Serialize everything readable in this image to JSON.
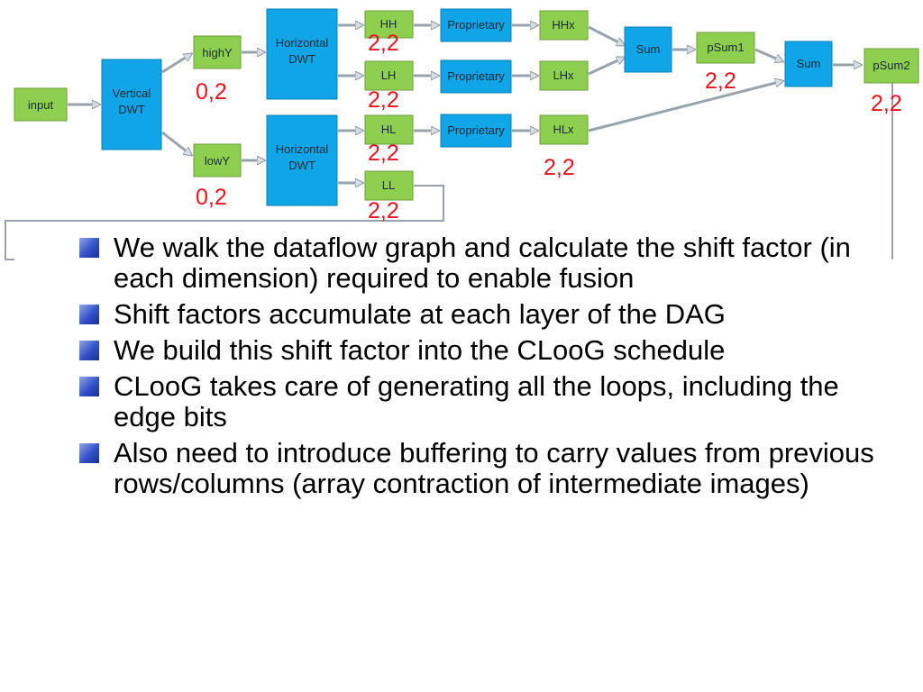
{
  "colors": {
    "blue_box": "#0fa5e6",
    "green_box": "#8ecf4f",
    "shift_label": "#e8141e",
    "bullet": "#3250c8"
  },
  "diagram": {
    "nodes": {
      "input": "input",
      "vdwt": [
        "Vertical",
        "DWT"
      ],
      "highY": "highY",
      "lowY": "lowY",
      "hdwt1": [
        "Horizontal",
        "DWT"
      ],
      "hdwt2": [
        "Horizontal",
        "DWT"
      ],
      "HH": "HH",
      "LH": "LH",
      "HL": "HL",
      "LL": "LL",
      "prop1": "Proprietary",
      "prop2": "Proprietary",
      "prop3": "Proprietary",
      "HHx": "HHx",
      "LHx": "LHx",
      "HLx": "HLx",
      "sum1": "Sum",
      "psum1": "pSum1",
      "sum2": "Sum",
      "psum2": "pSum2"
    },
    "shift_labels": {
      "highY": "0,2",
      "lowY": "0,2",
      "HH": "2,2",
      "LH": "2,2",
      "HL": "2,2",
      "LL": "2,2",
      "HLx": "2,2",
      "psum1": "2,2",
      "psum2": "2,2"
    }
  },
  "bullets": [
    "We walk the dataflow graph and calculate the shift factor (in each dimension) required to enable fusion",
    "Shift factors accumulate at each layer of the DAG",
    "We build this shift factor into the CLooG schedule",
    "CLooG takes care of generating all the loops, including the edge bits",
    "Also need to introduce buffering to carry values from previous rows/columns (array contraction of intermediate images)"
  ]
}
